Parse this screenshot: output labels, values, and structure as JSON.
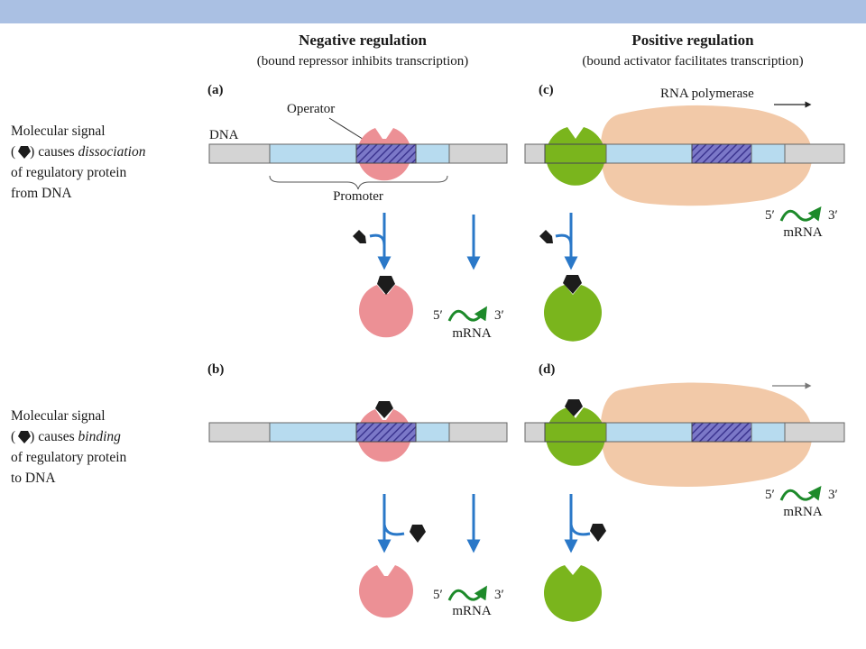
{
  "headers": {
    "negative_title": "Negative regulation",
    "negative_subtitle": "(bound repressor inhibits transcription)",
    "positive_title": "Positive regulation",
    "positive_subtitle": "(bound activator facilitates transcription)"
  },
  "side_labels": {
    "top": {
      "line1": "Molecular signal",
      "line2_open": "(",
      "line2_mid": ") causes ",
      "line2_italic": "dissociation",
      "line3": "of regulatory protein",
      "line4": "from DNA"
    },
    "bottom": {
      "line1": "Molecular signal",
      "line2_open": "(",
      "line2_mid": ") causes ",
      "line2_italic": "binding",
      "line3": "of regulatory protein",
      "line4": "to DNA"
    }
  },
  "panels": {
    "a": "(a)",
    "b": "(b)",
    "c": "(c)",
    "d": "(d)"
  },
  "labels": {
    "operator": "Operator",
    "dna": "DNA",
    "promoter": "Promoter",
    "rna_polymerase": "RNA polymerase"
  },
  "mrna": {
    "five": "5′",
    "three": "3′",
    "name": "mRNA"
  },
  "colors": {
    "top_bar": "#aac0e3",
    "dna_gray": "#d4d4d4",
    "promoter_blue": "#b7dbef",
    "operator_hatch": "#5b55b0",
    "repressor_pink": "#ec9095",
    "activator_green": "#7ab51d",
    "polymerase_tan": "#f2c9a8",
    "arrow_blue": "#2a78c8",
    "mrna_green": "#1d8a2a",
    "signal_black": "#1c1c1c"
  }
}
